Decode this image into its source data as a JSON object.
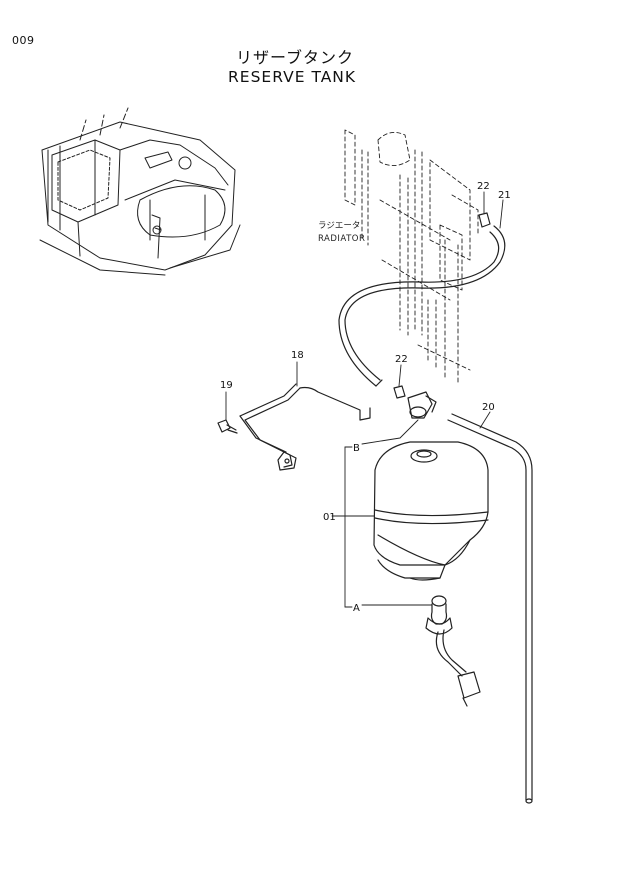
{
  "page_number": "009",
  "title": {
    "japanese": "リザーブタンク",
    "english": "RESERVE TANK"
  },
  "radiator_label": {
    "japanese": "ラジエータ",
    "english": "RADIATOR"
  },
  "callouts": {
    "p01": "01",
    "p18": "18",
    "p19": "19",
    "p20": "20",
    "p21": "21",
    "p22_upper": "22",
    "p22_lower": "22",
    "ref_a": "A",
    "ref_b": "B"
  }
}
